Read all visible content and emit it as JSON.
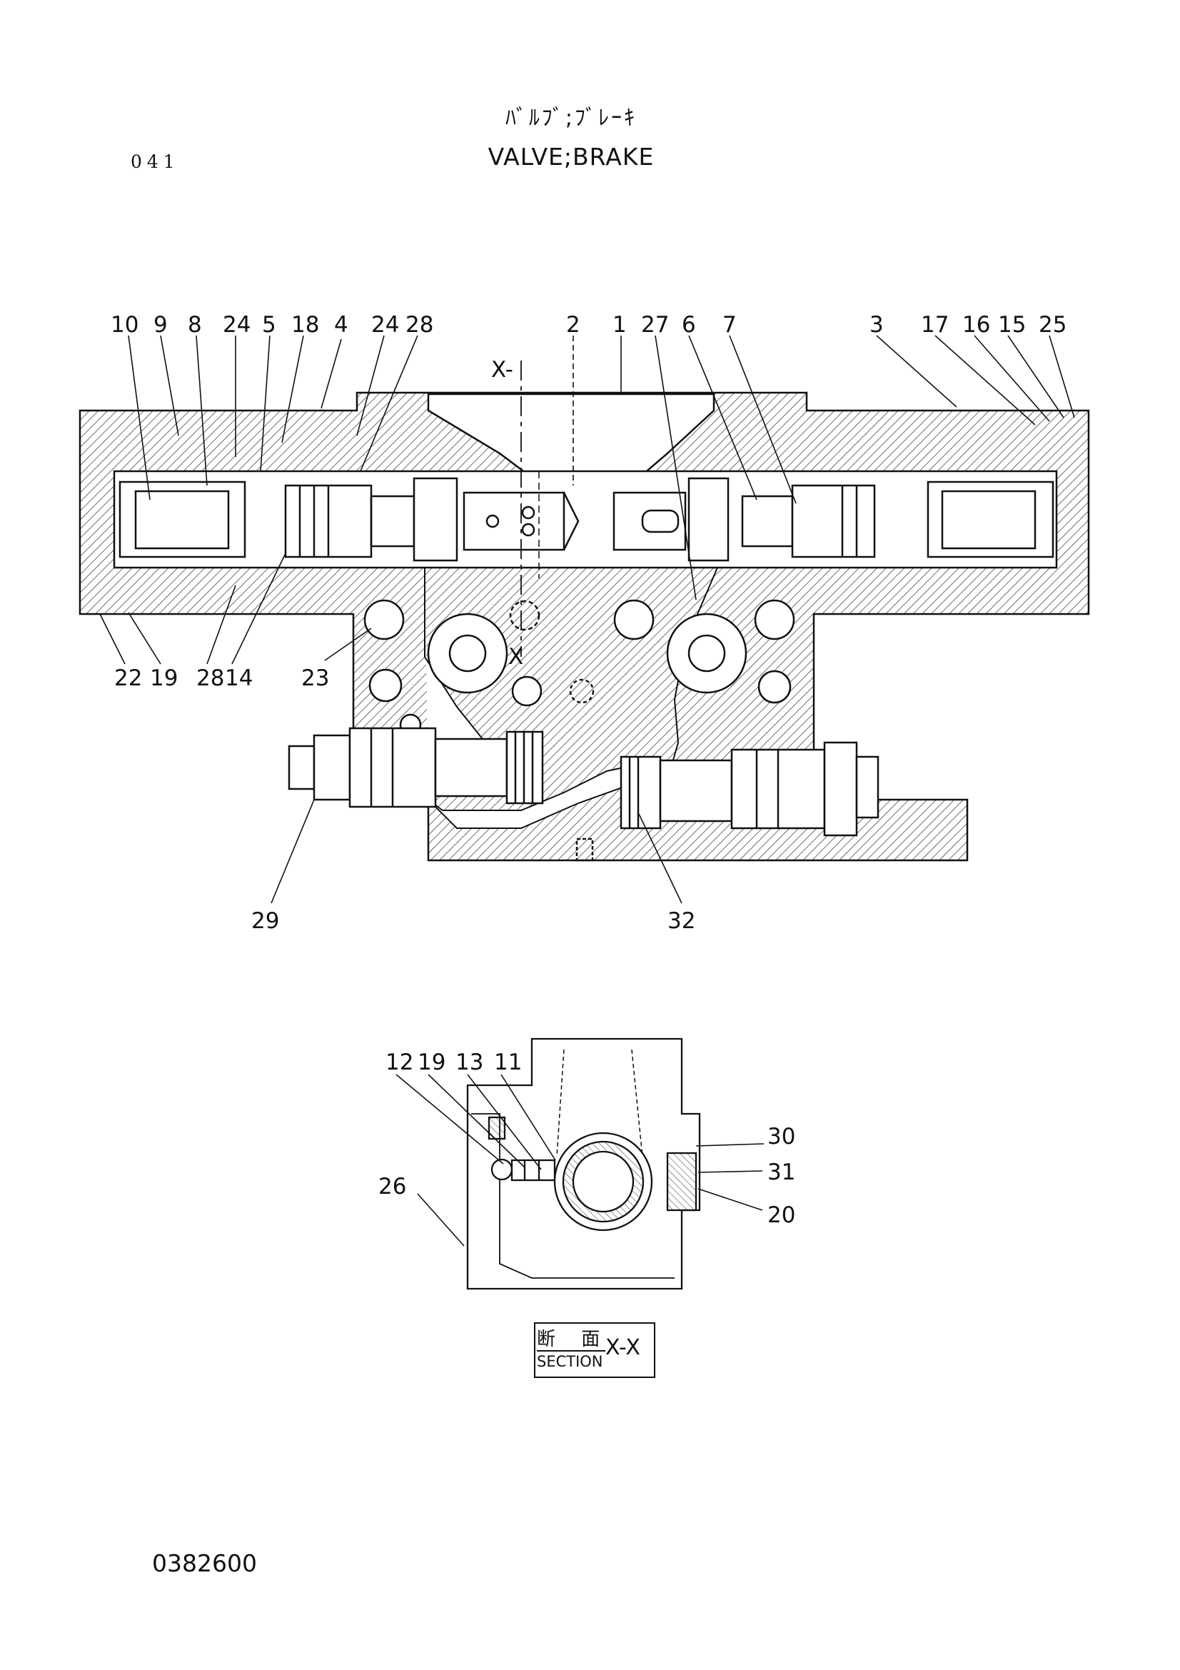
{
  "header": {
    "page_number": "041",
    "title_jp": "ﾊﾞﾙﾌﾞ;ﾌﾞﾚｰｷ",
    "title_en": "VALVE;BRAKE"
  },
  "main_view": {
    "section_mark": "X-",
    "section_mark_lower": "X",
    "callouts_top": [
      "10",
      "9",
      "8",
      "24",
      "5",
      "18",
      "4",
      "24",
      "28",
      "2",
      "1",
      "27",
      "6",
      "7",
      "3",
      "17",
      "16",
      "15",
      "25"
    ],
    "callouts_bottom": [
      "22",
      "19",
      "28",
      "14",
      "23",
      "29",
      "32"
    ]
  },
  "section_view": {
    "callouts": [
      "12",
      "19",
      "13",
      "11",
      "30",
      "31",
      "20",
      "26"
    ],
    "label_jp": "断 面",
    "label_en": "SECTION",
    "label_id": "X-X"
  },
  "footer": {
    "drawing_code": "0382600"
  }
}
